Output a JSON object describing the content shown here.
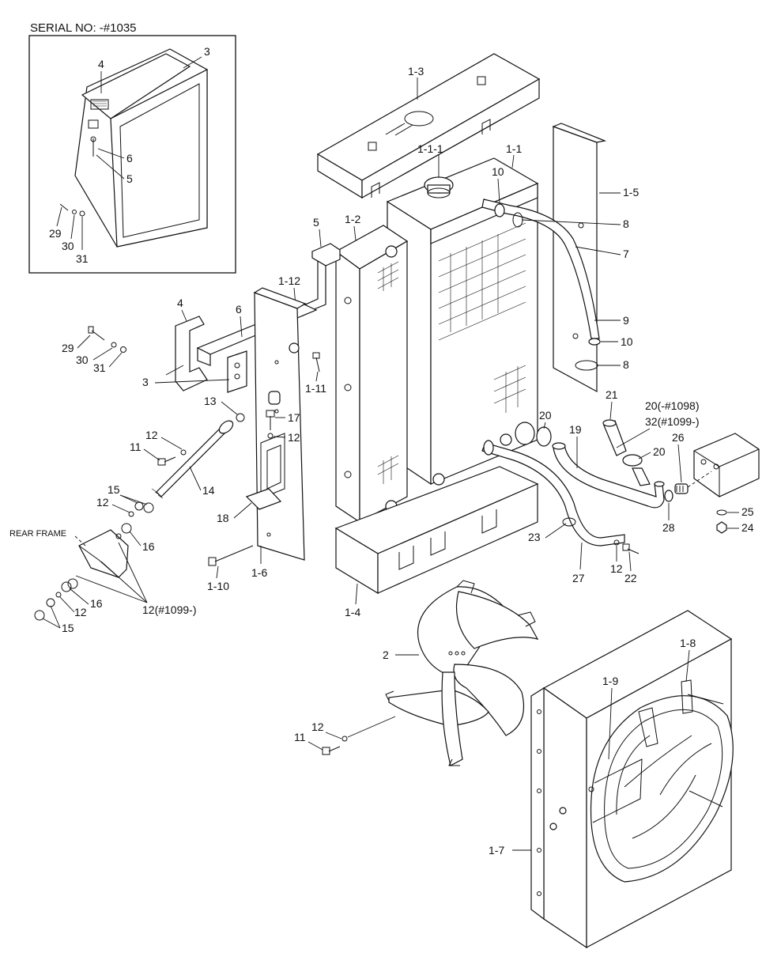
{
  "header": {
    "serial": "SERIAL NO: -#1035"
  },
  "frame_label": "REAR FRAME",
  "labels": {
    "inset_4": "4",
    "inset_3": "3",
    "inset_6": "6",
    "inset_5": "5",
    "inset_29": "29",
    "inset_30": "30",
    "inset_31": "31",
    "p1_3": "1-3",
    "p1_1_1": "1-1-1",
    "p1_1": "1-1",
    "p10a": "10",
    "p1_5": "1-5",
    "p8a": "8",
    "p7": "7",
    "p9": "9",
    "p10b": "10",
    "p8b": "8",
    "p1_2": "1-2",
    "p5": "5",
    "p1_12": "1-12",
    "p4": "4",
    "p6": "6",
    "p29": "29",
    "p30": "30",
    "p31": "31",
    "p3": "3",
    "p1_11": "1-11",
    "p13": "13",
    "p17": "17",
    "p12a": "12",
    "p12b": "12",
    "p11a": "11",
    "p14": "14",
    "p15a": "15",
    "p12c": "12",
    "p16a": "16",
    "p18": "18",
    "p1_10": "1-10",
    "p1_6": "1-6",
    "p16b": "16",
    "p12d": "12",
    "p15b": "15",
    "p12_1099": "12(#1099-)",
    "p1_4": "1-4",
    "p21": "21",
    "p20_1098": "20(-#1098)",
    "p32_1099": "32(#1099-)",
    "p20a": "20",
    "p19": "19",
    "p20b": "20",
    "p26": "26",
    "p25": "25",
    "p24": "24",
    "p28": "28",
    "p23": "23",
    "p12e": "12",
    "p22": "22",
    "p27": "27",
    "p2": "2",
    "p1_8": "1-8",
    "p1_9": "1-9",
    "p12f": "12",
    "p11b": "11",
    "p1_7": "1-7"
  }
}
